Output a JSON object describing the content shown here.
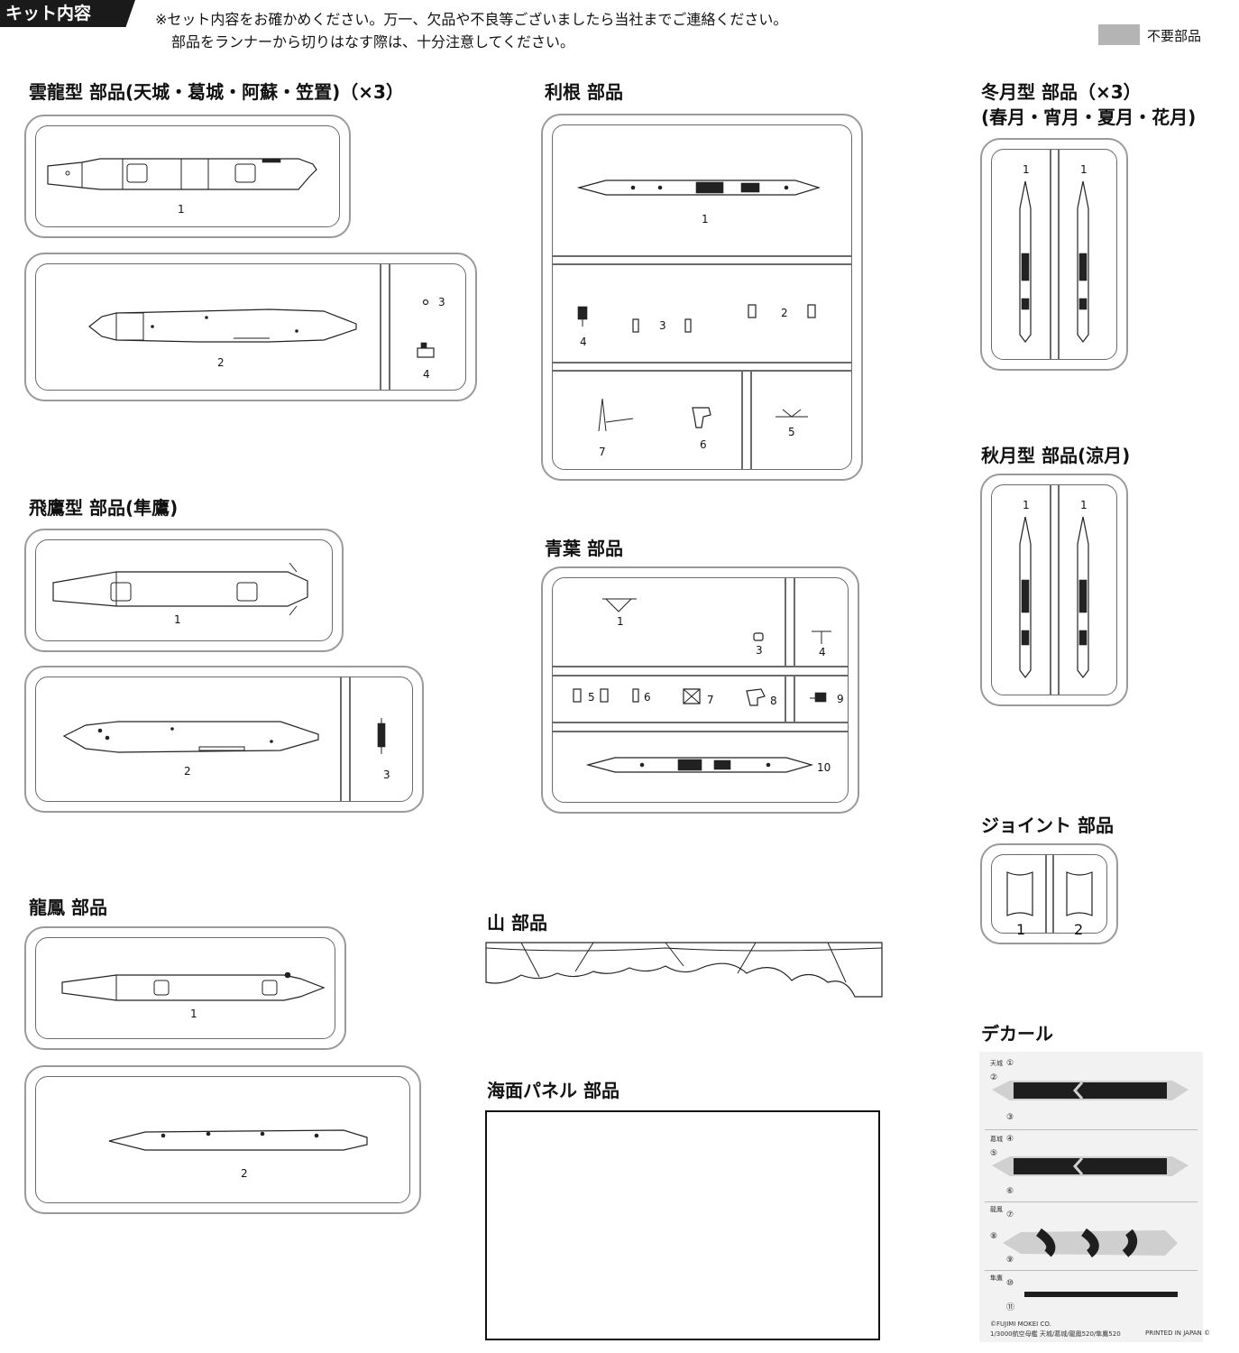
{
  "header": {
    "badge": "キット内容",
    "notice_line1": "※セット内容をお確かめください。万一、欠品や不良等ございましたら当社までご連絡ください。",
    "notice_line2": "部品をランナーから切りはなす際は、十分注意してください。",
    "legend_label": "不要部品",
    "legend_color": "#b4b4b4"
  },
  "sections": {
    "unryu": {
      "title": "雲龍型 部品(天城・葛城・阿蘇・笠置)（×3）",
      "parts": [
        "1",
        "2",
        "3",
        "4"
      ]
    },
    "tone": {
      "title": "利根 部品",
      "parts": [
        "1",
        "4",
        "3",
        "2",
        "7",
        "6",
        "5"
      ]
    },
    "fuyutsuki": {
      "title_line1": "冬月型 部品（×3）",
      "title_line2": "(春月・宵月・夏月・花月)",
      "parts": [
        "1",
        "1"
      ]
    },
    "akizuki": {
      "title": "秋月型 部品(涼月)",
      "parts": [
        "1",
        "1"
      ]
    },
    "hiyo": {
      "title": "飛鷹型 部品(隼鷹)",
      "parts": [
        "1",
        "2",
        "3"
      ]
    },
    "aoba": {
      "title": "青葉 部品",
      "parts": [
        "1",
        "3",
        "4",
        "5",
        "6",
        "7",
        "8",
        "9",
        "10"
      ]
    },
    "joint": {
      "title": "ジョイント 部品",
      "parts": [
        "1",
        "2"
      ]
    },
    "ryuho": {
      "title": "龍鳳 部品",
      "parts": [
        "1",
        "2"
      ]
    },
    "mountain": {
      "title": "山 部品"
    },
    "sea_panel": {
      "title": "海面パネル 部品"
    },
    "decal": {
      "title": "デカール",
      "labels": [
        "天城",
        "葛城",
        "龍鳳",
        "隼鷹"
      ],
      "numbers": [
        "①",
        "②",
        "③",
        "④",
        "⑤",
        "⑥",
        "⑦",
        "⑧",
        "⑨",
        "⑩",
        "⑪"
      ],
      "footer_left1": "©FUJIMI MOKEI CO.",
      "footer_left2": "1/3000航空母艦 天城/葛城/龍鳳520/隼鷹520",
      "footer_right": "PRINTED IN JAPAN ©"
    }
  }
}
